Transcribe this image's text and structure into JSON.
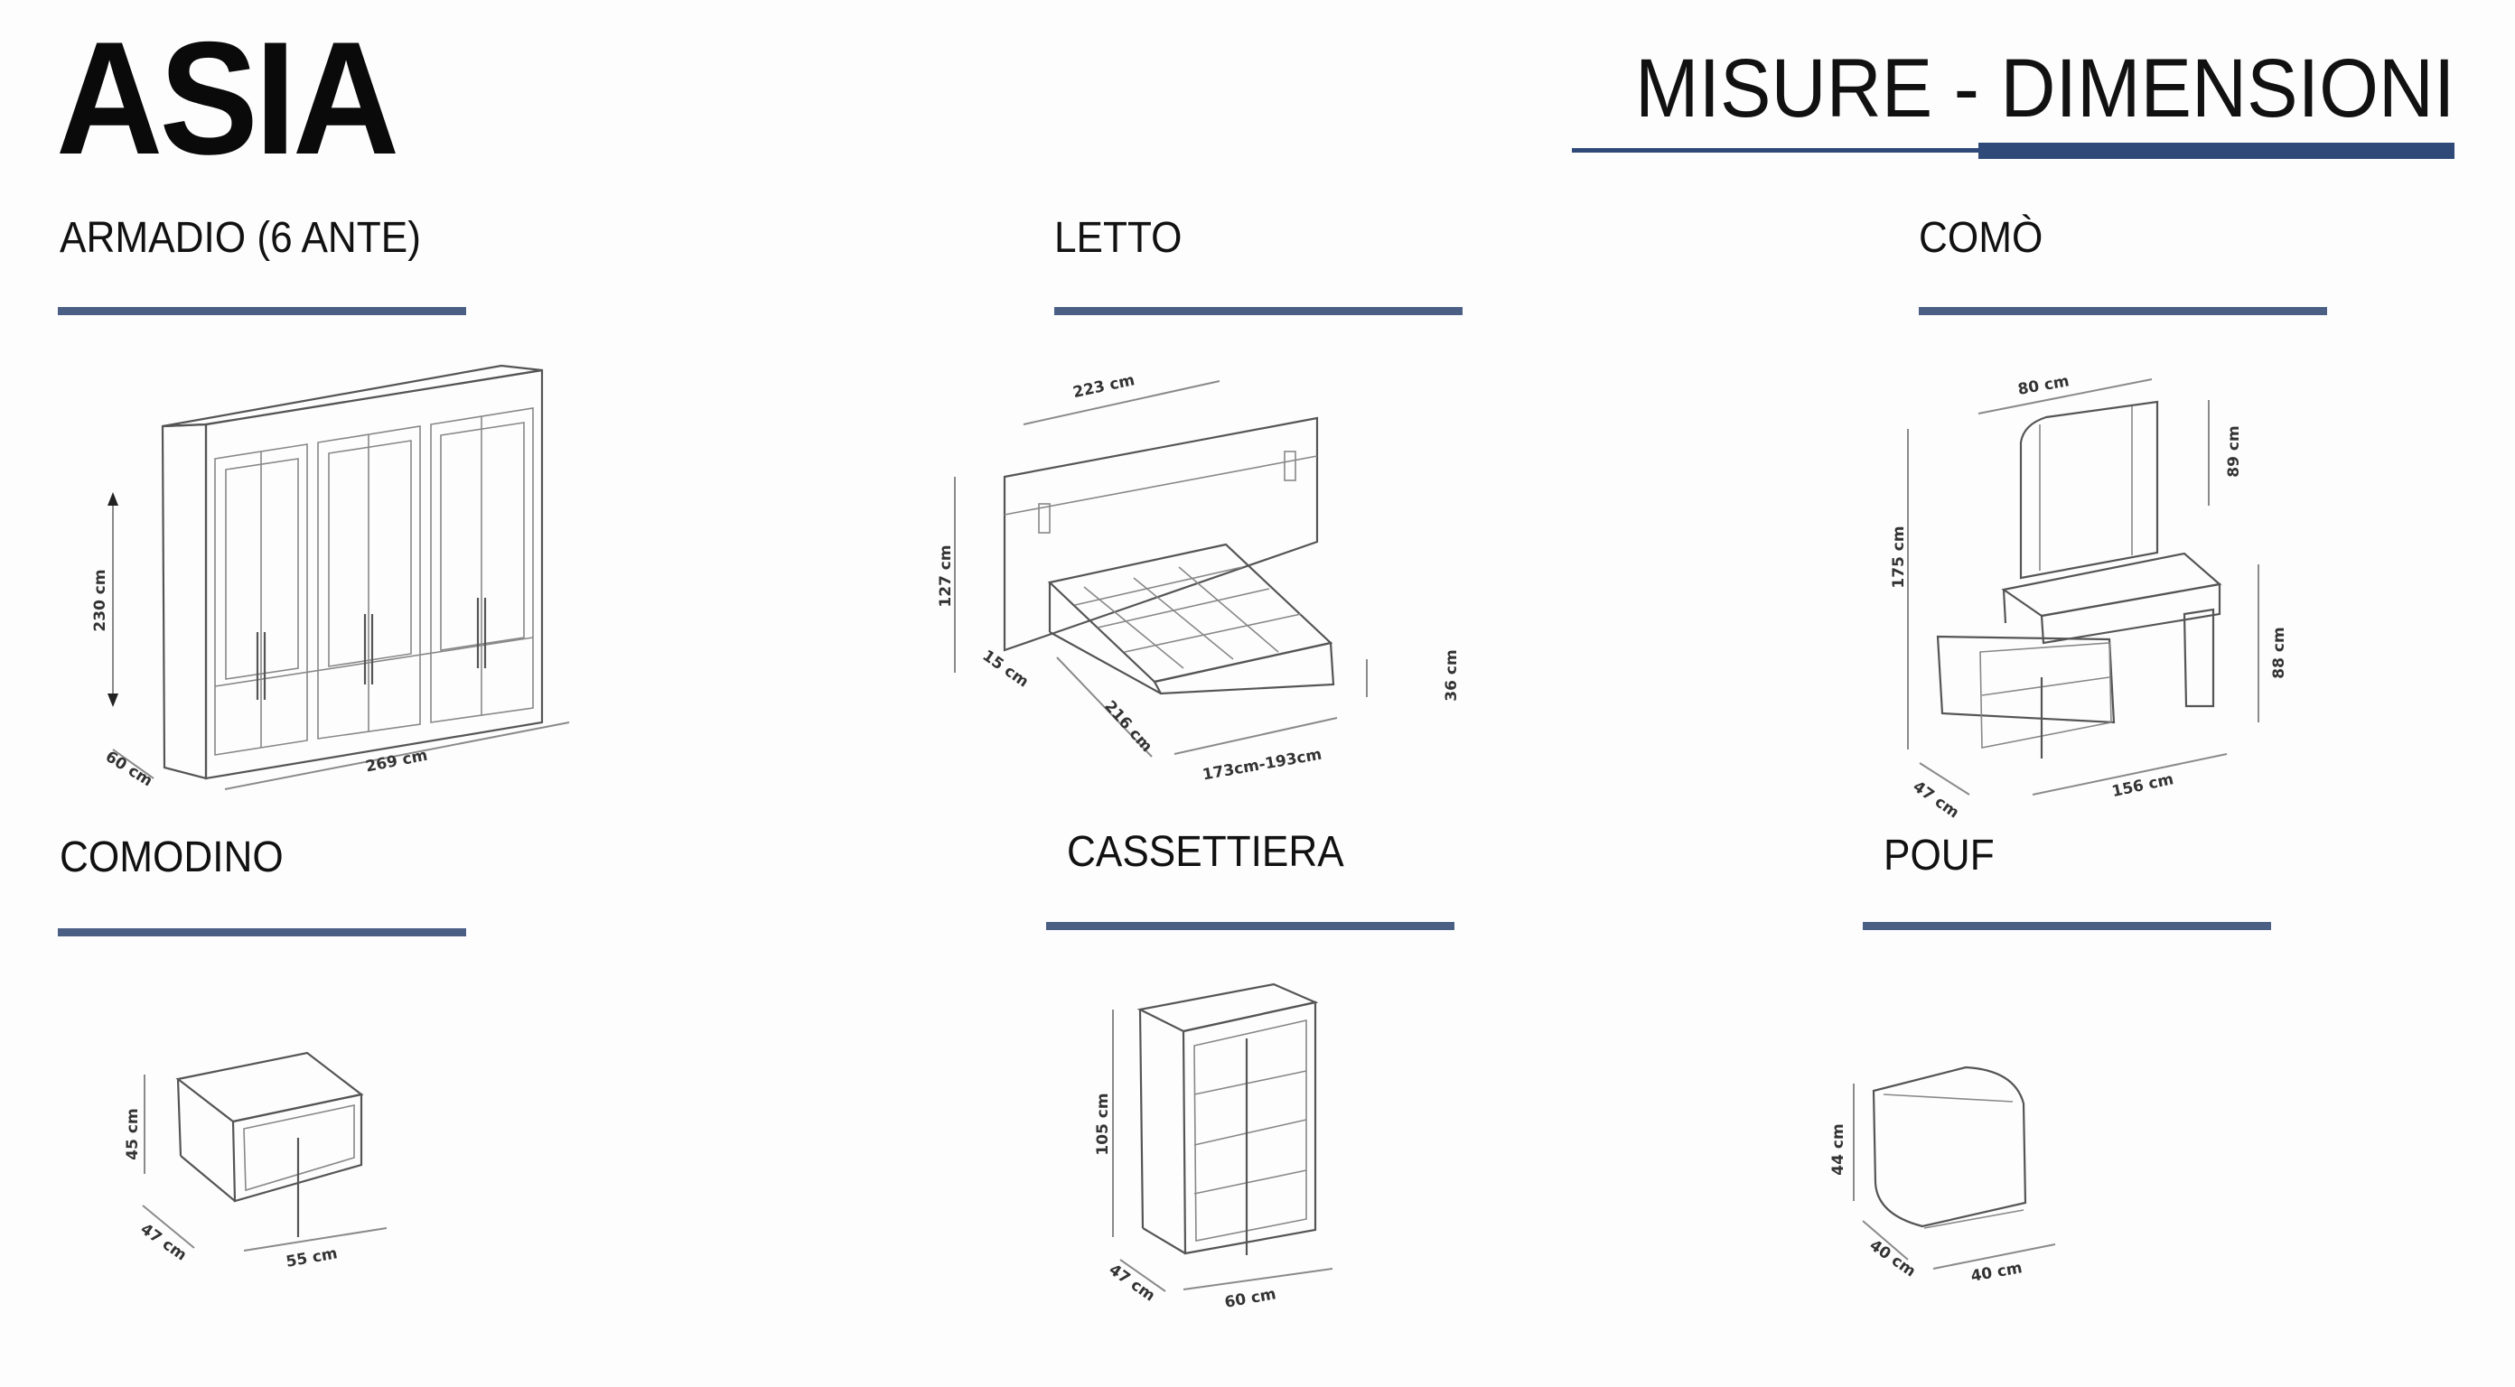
{
  "header": {
    "brand": "ASIA",
    "title": "MISURE - DIMENSIONI",
    "accent_color": "#2f4a78"
  },
  "sections": [
    {
      "label": "ARMADIO (6 ANTE)",
      "dims": {
        "height": "230 cm",
        "width": "269 cm",
        "depth": "60 cm"
      }
    },
    {
      "label": "LETTO",
      "dims": {
        "width": "223 cm",
        "height": "127 cm",
        "headboard_depth": "15 cm",
        "length": "216 cm",
        "frame_width": "173cm-193cm",
        "frame_height": "36 cm"
      }
    },
    {
      "label": "COMÒ",
      "dims": {
        "mirror_width": "80 cm",
        "mirror_height": "89 cm",
        "total_height": "175 cm",
        "height": "88 cm",
        "width": "156 cm",
        "depth": "47 cm"
      }
    },
    {
      "label": "COMODINO",
      "dims": {
        "height": "45 cm",
        "depth": "47 cm",
        "width": "55 cm"
      }
    },
    {
      "label": "CASSETTIERA",
      "dims": {
        "height": "105 cm",
        "depth": "47 cm",
        "width": "60 cm"
      }
    },
    {
      "label": "POUF",
      "dims": {
        "height": "44 cm",
        "depth": "40 cm",
        "width": "40 cm"
      }
    }
  ]
}
